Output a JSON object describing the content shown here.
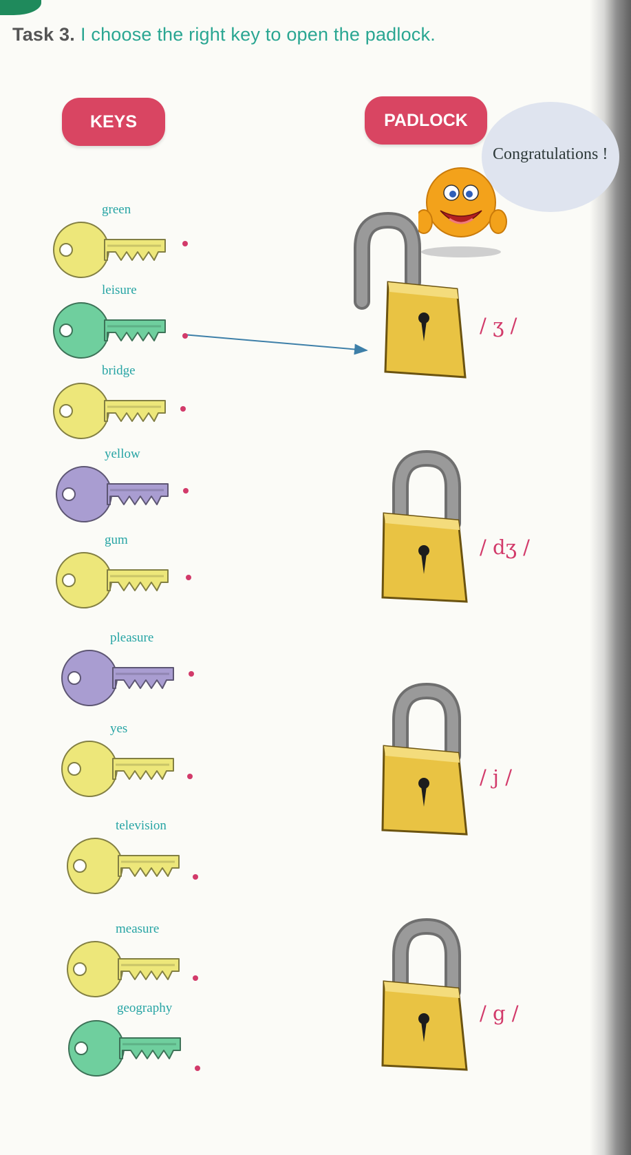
{
  "task": {
    "number": "Task 3.",
    "instruction": "I choose the right key to open the padlock."
  },
  "headers": {
    "keys": "KEYS",
    "padlock": "PADLOCK"
  },
  "bubble": {
    "text": "Congratulations !"
  },
  "keys": [
    {
      "word": "green",
      "color": "#ede77a"
    },
    {
      "word": "leisure",
      "color": "#6fcf9e"
    },
    {
      "word": "bridge",
      "color": "#ede77a"
    },
    {
      "word": "yellow",
      "color": "#a99dd1"
    },
    {
      "word": "gum",
      "color": "#ede77a"
    },
    {
      "word": "pleasure",
      "color": "#a99dd1"
    },
    {
      "word": "yes",
      "color": "#ede77a"
    },
    {
      "word": "television",
      "color": "#ede77a"
    },
    {
      "word": "measure",
      "color": "#ede77a"
    },
    {
      "word": "geography",
      "color": "#6fcf9e"
    }
  ],
  "padlocks": [
    {
      "sound": "/ ʒ /",
      "state": "open"
    },
    {
      "sound": "/ dʒ /",
      "state": "closed"
    },
    {
      "sound": "/ j /",
      "state": "closed"
    },
    {
      "sound": "/ g /",
      "state": "closed"
    }
  ],
  "colors": {
    "header": "#d94562",
    "instruction": "#2aa692",
    "phoneme": "#d23a6a",
    "padlock_body": "#e9c343",
    "shackle": "#9a9a9a",
    "connector": "#3d7fa8"
  },
  "example_match": {
    "key": "leisure",
    "padlock": "/ ʒ /"
  }
}
